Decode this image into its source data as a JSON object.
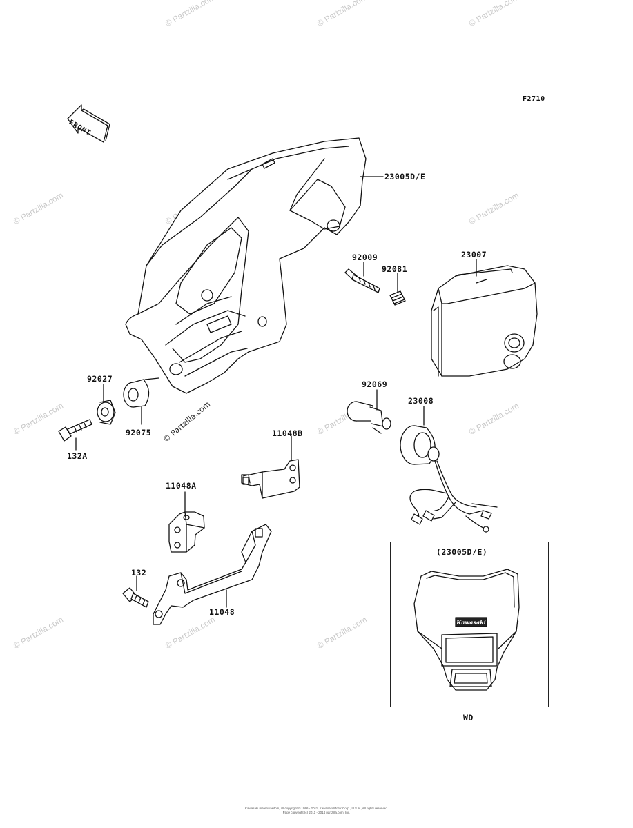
{
  "figure_code": "F2710",
  "front_label": "FRONT",
  "inset_title": "(23005D/E)",
  "inset_caption": "WD",
  "inset_badge": "Kawasaki",
  "watermark_text": "© Partzilla.com",
  "footer_line1": "Kawasaki material within, all copyright © 1996 - 2011, Kawasaki Motor Corp., U.S.A., All rights reserved.",
  "footer_line2": "Page copyright (c) 2011 - 2014 partzilla.com, Inc.",
  "parts": [
    {
      "id": "p-23005de",
      "number": "23005D/E"
    },
    {
      "id": "p-92009",
      "number": "92009"
    },
    {
      "id": "p-92081",
      "number": "92081"
    },
    {
      "id": "p-23007",
      "number": "23007"
    },
    {
      "id": "p-92027",
      "number": "92027"
    },
    {
      "id": "p-92075",
      "number": "92075"
    },
    {
      "id": "p-132a",
      "number": "132A"
    },
    {
      "id": "p-92069",
      "number": "92069"
    },
    {
      "id": "p-23008",
      "number": "23008"
    },
    {
      "id": "p-11048b",
      "number": "11048B"
    },
    {
      "id": "p-11048a",
      "number": "11048A"
    },
    {
      "id": "p-132",
      "number": "132"
    },
    {
      "id": "p-11048",
      "number": "11048"
    }
  ]
}
